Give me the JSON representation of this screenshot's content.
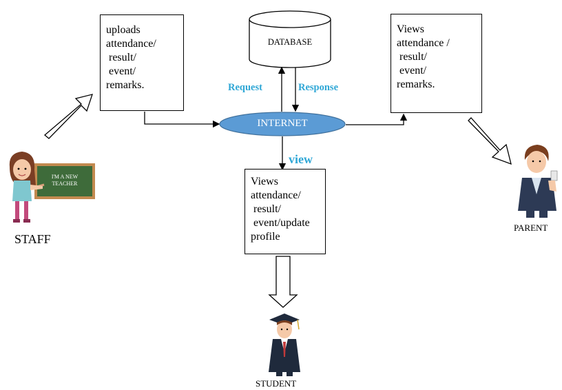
{
  "boxes": {
    "staff_box": "uploads\nattendance/\n result/\n event/\nremarks.",
    "parent_box": "Views\nattendance /\n result/\n event/\nremarks.",
    "student_box": "Views\nattendance/\n result/\n event/update\nprofile"
  },
  "database_label": "DATABASE",
  "internet_label": "INTERNET",
  "request_label": "Request",
  "response_label": "Response",
  "view_label": "view",
  "roles": {
    "staff": "STAFF",
    "parent": "PARENT",
    "student": "STUDENT"
  },
  "teacher_board_text": "I'M A NEW TEACHER",
  "colors": {
    "accent": "#2fa7d6",
    "internet_fill": "#5b9bd5",
    "board": "#3e6b3a"
  },
  "icons": [
    "teacher-figure",
    "parent-figure",
    "graduate-figure",
    "database-cylinder",
    "hollow-arrow"
  ]
}
